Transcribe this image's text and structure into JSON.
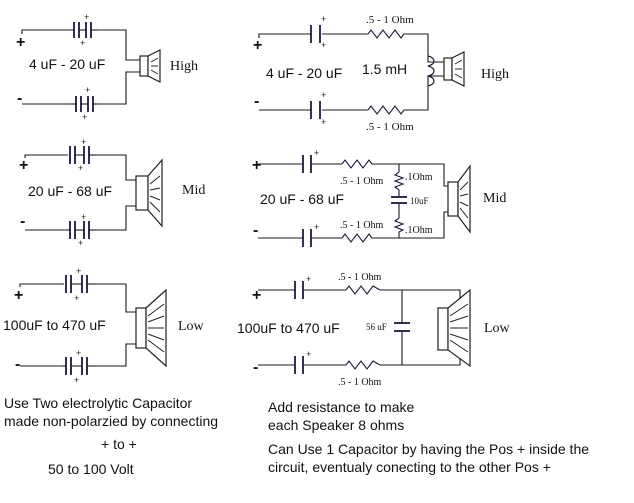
{
  "polarity": {
    "positive": "+",
    "negative": "-"
  },
  "left_circuits": [
    {
      "cap_label": "4 uF - 20 uF",
      "speaker_label": "High"
    },
    {
      "cap_label": "20 uF - 68 uF",
      "speaker_label": "Mid"
    },
    {
      "cap_label": "100uF to 470 uF",
      "speaker_label": "Low"
    }
  ],
  "right_circuits": [
    {
      "cap_label": "4 uF - 20 uF",
      "inductor_label": "1.5 mH",
      "res_top": ".5 - 1 Ohm",
      "res_bottom": ".5 - 1 Ohm",
      "speaker_label": "High"
    },
    {
      "cap_label": "20 uF - 68 uF",
      "res_top": ".5 - 1 Ohm",
      "res_bottom": ".5 - 1 Ohm",
      "shunt_res_top": ".1Ohm",
      "shunt_cap": "10uF",
      "shunt_res_bottom": ".1Ohm",
      "speaker_label": "Mid"
    },
    {
      "cap_label": "100uF to 470 uF",
      "res_top": ".5 - 1 Ohm",
      "res_bottom": ".5 - 1 Ohm",
      "shunt_cap": "56 uF",
      "speaker_label": "Low"
    }
  ],
  "notes": {
    "left_line1": "Use Two electrolytic Capacitor",
    "left_line2": "made non-polarzied by connecting",
    "left_line3": "+ to +",
    "left_line4": "50 to 100 Volt",
    "right_line1": "Add resistance to make",
    "right_line2": "each Speaker  8 ohms",
    "right_line3": "Can Use 1 Capacitor by having the Pos + inside the",
    "right_line4": "circuit, eventualy conecting to the other Pos +"
  }
}
